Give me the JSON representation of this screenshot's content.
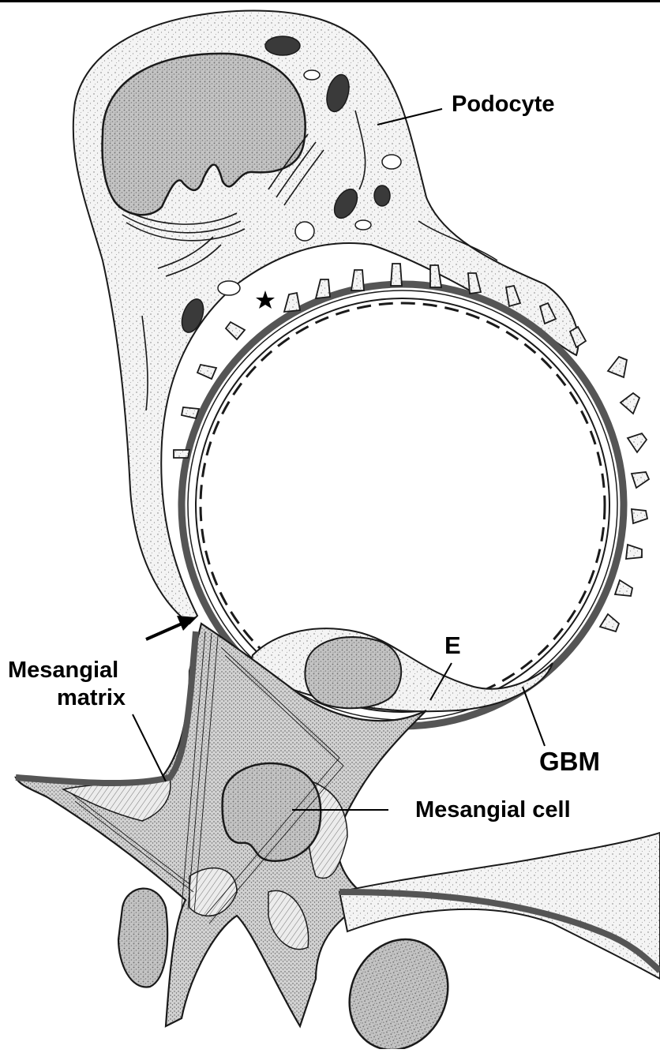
{
  "labels": {
    "podocyte": "Podocyte",
    "endothelium": "E",
    "gbm": "GBM",
    "mesangial_cell": "Mesangial cell",
    "mesangial_matrix_line1": "Mesangial",
    "mesangial_matrix_line2": "matrix"
  },
  "colors": {
    "ink": "#1a1a1a",
    "cytoplasm": "#f3f3f3",
    "nucleus": "#bdbdbd",
    "mesangium": "#d6d6d6",
    "gbm": "#555555"
  }
}
